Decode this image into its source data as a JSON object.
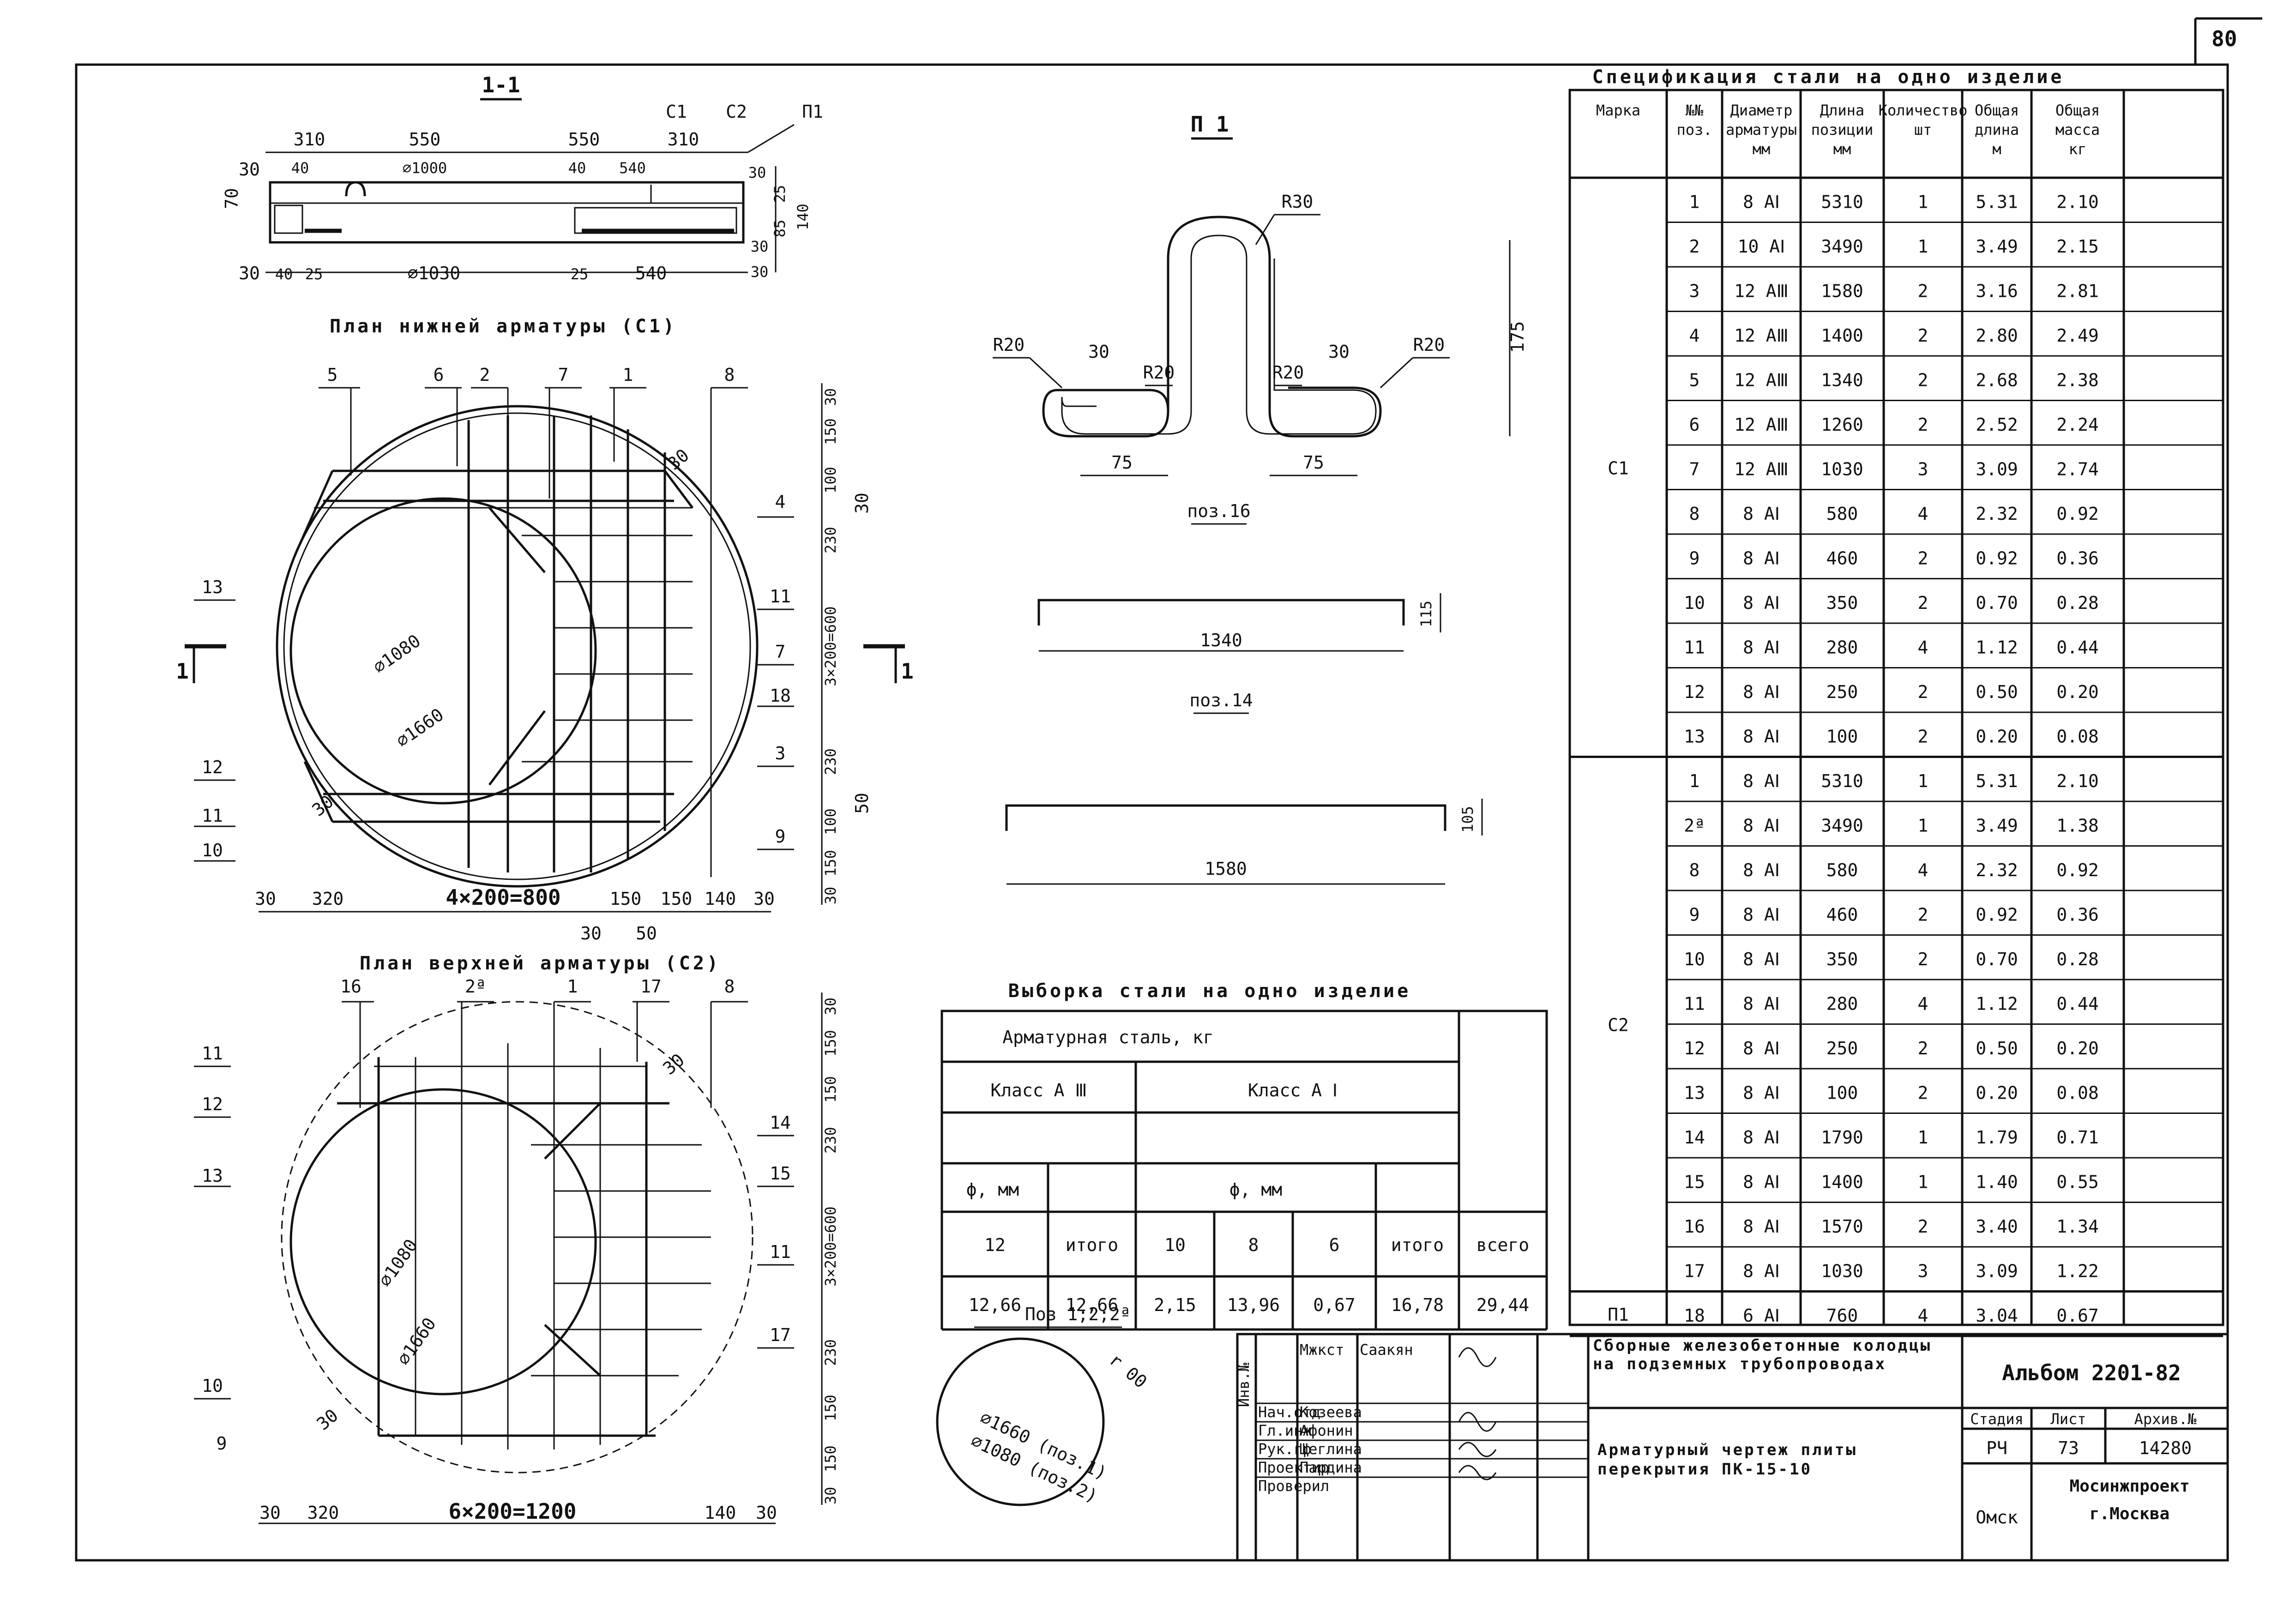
{
  "sheet_number": "80",
  "section": {
    "title": "1-1",
    "dims_top": [
      "310",
      "550",
      "550",
      "310"
    ],
    "dims_inner": [
      "40",
      "⌀1000",
      "40",
      "540"
    ],
    "dims_bottom": [
      "40",
      "25",
      "⌀1030",
      "25",
      "540"
    ],
    "marks": [
      "С1",
      "С2",
      "П1"
    ],
    "left_dims": [
      "30",
      "30",
      "70"
    ],
    "right_dims": [
      "30",
      "25",
      "85",
      "140",
      "30",
      "30"
    ]
  },
  "plan_bottom": {
    "title": "План нижней арматуры (С1)",
    "top_labels": [
      "5",
      "6",
      "2",
      "7",
      "1",
      "8"
    ],
    "left_labels": [
      "13",
      "12",
      "11",
      "10"
    ],
    "right_labels": [
      "4",
      "11",
      "7",
      "18",
      "3",
      "9"
    ],
    "section_mark": "1",
    "right_dims": [
      "30",
      "150",
      "100",
      "230",
      "3×200=600",
      "230",
      "100",
      "150",
      "30"
    ],
    "side_dims": [
      "30",
      "50"
    ],
    "bottom_dims": [
      "30",
      "320",
      "4×200=800",
      "150",
      "150",
      "140",
      "30"
    ],
    "under_dims": [
      "30",
      "50"
    ],
    "dia_inner": "⌀1080",
    "dia_outer": "⌀1660",
    "angle": "30"
  },
  "plan_top": {
    "title": "План верхней арматуры (С2)",
    "top_labels": [
      "16",
      "2ª",
      "1",
      "17",
      "8"
    ],
    "left_labels": [
      "11",
      "12",
      "13",
      "10",
      "9"
    ],
    "right_labels": [
      "14",
      "15",
      "11",
      "17"
    ],
    "right_dims": [
      "30",
      "150",
      "150",
      "230",
      "3×200=600",
      "230",
      "150",
      "150",
      "30"
    ],
    "bottom_dims": [
      "30",
      "320",
      "6×200=1200",
      "140",
      "30"
    ],
    "dia_inner": "⌀1080",
    "dia_outer": "⌀1660",
    "angle": "30"
  },
  "detail_p1": {
    "title": "П 1",
    "r_top": "R30",
    "r_left": "R20",
    "r_left2": "R20",
    "r_right": "R20",
    "r_right2": "R20",
    "d30a": "30",
    "d30b": "30",
    "d75a": "75",
    "d75b": "75",
    "h175": "175",
    "caption": "поз.16"
  },
  "pos14": {
    "length": "1340",
    "height": "115",
    "caption": "поз.14"
  },
  "pos_1580": {
    "length": "1580",
    "height": "105"
  },
  "ring_detail": {
    "caption": "Поз 1;2;2ª",
    "outer": "⌀1660 (поз.1)",
    "inner": "⌀1080 (поз.2)",
    "angle": "r 00"
  },
  "selection": {
    "title": "Выборка стали на одно изделие",
    "header": "Арматурная сталь, кг",
    "class_a3": "Класс А Ⅲ",
    "class_a1": "Класс А Ⅰ",
    "phi_mm": "ϕ, мм",
    "phi_mm2": "ϕ, мм",
    "cols": [
      "12",
      "итого",
      "10",
      "8",
      "6",
      "итого",
      "всего"
    ],
    "values": [
      "12,66",
      "12,66",
      "2,15",
      "13,96",
      "0,67",
      "16,78",
      "29,44"
    ]
  },
  "specification": {
    "title": "Спецификация стали на одно изделие",
    "headers": [
      "Марка",
      "№№ поз.",
      "Диаметр арматуры мм",
      "Длина позиции мм",
      "Количество шт",
      "Общая длина м",
      "Общая масса кг"
    ],
    "groups": [
      {
        "mark": "С1",
        "rows": [
          [
            "1",
            "8 АⅠ",
            "5310",
            "1",
            "5.31",
            "2.10"
          ],
          [
            "2",
            "10 АⅠ",
            "3490",
            "1",
            "3.49",
            "2.15"
          ],
          [
            "3",
            "12 АⅢ",
            "1580",
            "2",
            "3.16",
            "2.81"
          ],
          [
            "4",
            "12 АⅢ",
            "1400",
            "2",
            "2.80",
            "2.49"
          ],
          [
            "5",
            "12 АⅢ",
            "1340",
            "2",
            "2.68",
            "2.38"
          ],
          [
            "6",
            "12 АⅢ",
            "1260",
            "2",
            "2.52",
            "2.24"
          ],
          [
            "7",
            "12 АⅢ",
            "1030",
            "3",
            "3.09",
            "2.74"
          ],
          [
            "8",
            "8 АⅠ",
            "580",
            "4",
            "2.32",
            "0.92"
          ],
          [
            "9",
            "8 АⅠ",
            "460",
            "2",
            "0.92",
            "0.36"
          ],
          [
            "10",
            "8 АⅠ",
            "350",
            "2",
            "0.70",
            "0.28"
          ],
          [
            "11",
            "8 АⅠ",
            "280",
            "4",
            "1.12",
            "0.44"
          ],
          [
            "12",
            "8 АⅠ",
            "250",
            "2",
            "0.50",
            "0.20"
          ],
          [
            "13",
            "8 АⅠ",
            "100",
            "2",
            "0.20",
            "0.08"
          ]
        ]
      },
      {
        "mark": "С2",
        "rows": [
          [
            "1",
            "8 АⅠ",
            "5310",
            "1",
            "5.31",
            "2.10"
          ],
          [
            "2ª",
            "8 АⅠ",
            "3490",
            "1",
            "3.49",
            "1.38"
          ],
          [
            "8",
            "8 АⅠ",
            "580",
            "4",
            "2.32",
            "0.92"
          ],
          [
            "9",
            "8 АⅠ",
            "460",
            "2",
            "0.92",
            "0.36"
          ],
          [
            "10",
            "8 АⅠ",
            "350",
            "2",
            "0.70",
            "0.28"
          ],
          [
            "11",
            "8 АⅠ",
            "280",
            "4",
            "1.12",
            "0.44"
          ],
          [
            "12",
            "8 АⅠ",
            "250",
            "2",
            "0.50",
            "0.20"
          ],
          [
            "13",
            "8 АⅠ",
            "100",
            "2",
            "0.20",
            "0.08"
          ],
          [
            "14",
            "8 АⅠ",
            "1790",
            "1",
            "1.79",
            "0.71"
          ],
          [
            "15",
            "8 АⅠ",
            "1400",
            "1",
            "1.40",
            "0.55"
          ],
          [
            "16",
            "8 АⅠ",
            "1570",
            "2",
            "3.40",
            "1.34"
          ],
          [
            "17",
            "8 АⅠ",
            "1030",
            "3",
            "3.09",
            "1.22"
          ]
        ]
      },
      {
        "mark": "П1",
        "rows": [
          [
            "18",
            "6 АⅠ",
            "760",
            "4",
            "3.04",
            "0.67"
          ]
        ]
      }
    ]
  },
  "title_block": {
    "rows": [
      [
        "Мжкст",
        "Саакян"
      ],
      [
        "Нач.отд",
        "Козеева"
      ],
      [
        "Гл.инж",
        "Афонин"
      ],
      [
        "Рук.гр",
        "Щеглина"
      ],
      [
        "Проектир",
        "Пардина"
      ],
      [
        "Проверил",
        ""
      ]
    ],
    "side_stamp": "Инв.№",
    "project": "Сборные железобетонные колодцы на подземных трубопроводах",
    "album": "Альбом 2201-82",
    "drawing": "Арматурный чертеж плиты перекрытия ПК-15-10",
    "stage_h": "Стадия",
    "sheet_h": "Лист",
    "sheets_h": "Архив.№",
    "stage": "РЧ",
    "sheet": "73",
    "archive": "14280",
    "org": "Мосинжпроект г.Москва",
    "copy": "Омск"
  }
}
